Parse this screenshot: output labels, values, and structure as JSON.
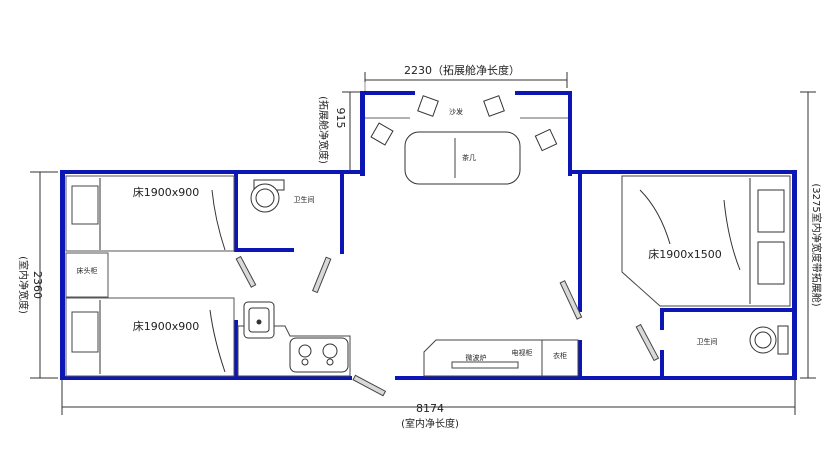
{
  "dimensions": {
    "total_length": "8174",
    "total_length_note": "(室内净长度)",
    "width": "2360",
    "width_note": "(室内净宽度)",
    "expansion_length": "2230（拓展舱净长度）",
    "expansion_width": "915",
    "expansion_width_note": "(拓展舱净宽度)",
    "width_with_expansion": "(3275室内净宽度带拓展舱)"
  },
  "rooms": {
    "sofa": "沙发",
    "tea_table": "茶几",
    "bed_top_left": "床1900x900",
    "bed_bottom_left": "床1900x900",
    "bed_right": "床1900x1500",
    "bathroom_left": "卫生间",
    "bathroom_right": "卫生间",
    "bedside": "床头柜",
    "micro": "微波炉",
    "tv": "电视柜",
    "wardrobe": "衣柜"
  },
  "colors": {
    "wall": "#0b16b5"
  }
}
